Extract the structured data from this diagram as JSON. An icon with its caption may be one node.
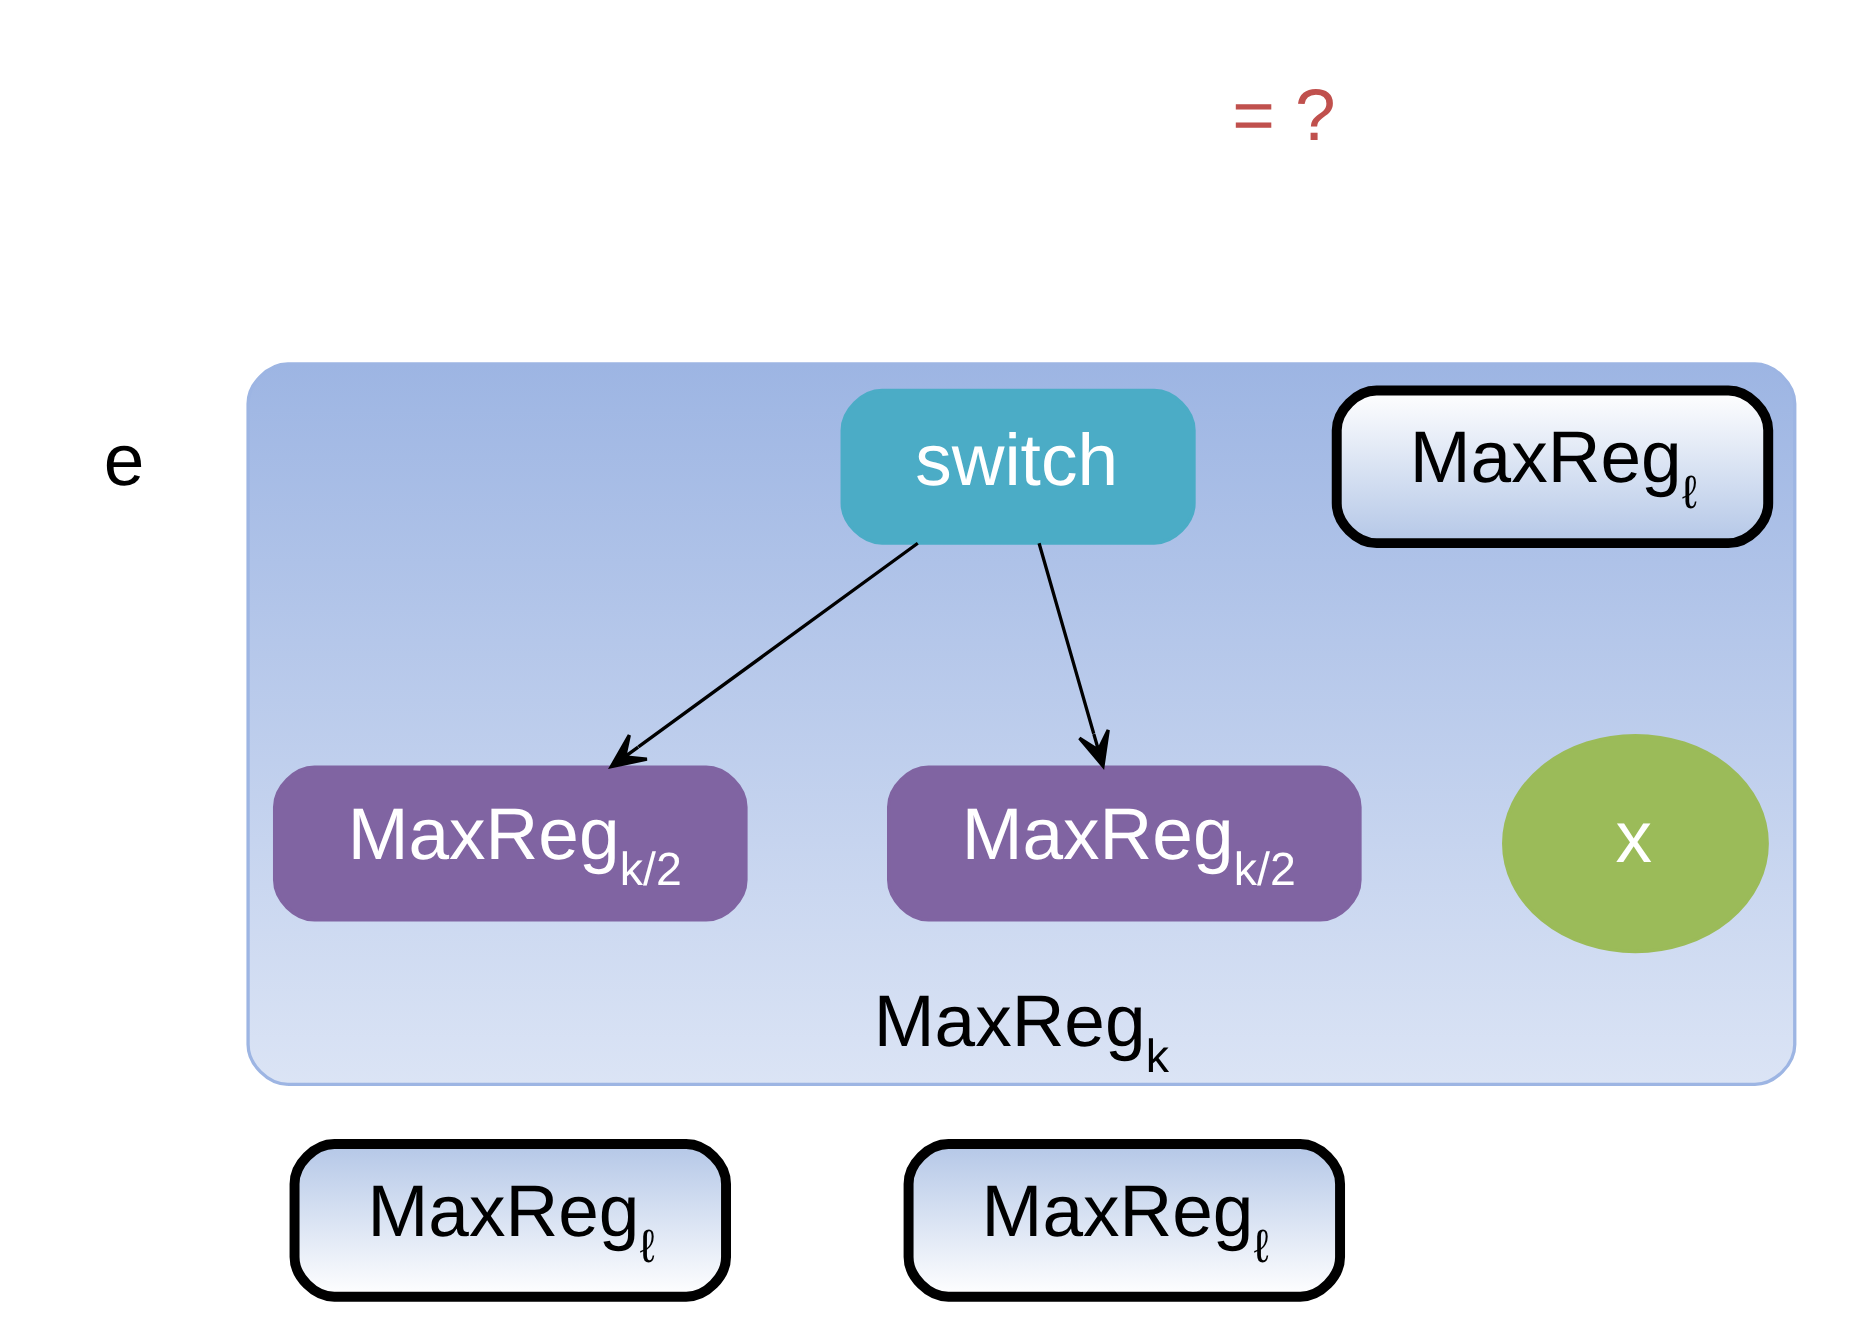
{
  "diagram": {
    "nodes": [
      {
        "text": [
          "MaxReg$_{k}$"
        ]
      },
      {
        "text": [
          "switch"
        ],
        "in": 0
      },
      {
        "text": [
          "MaxReg$_{ℓ}$"
        ],
        "in": 0
      },
      {
        "text": [
          "x"
        ],
        "in": 0
      },
      {
        "text": [
          "MaxReg$_{k/2}$"
        ],
        "in": 0
      },
      {
        "text": [
          "MaxReg$_{k/2}$"
        ],
        "in": 0
      },
      {
        "text": [
          "MaxReg$_{ℓ}$"
        ]
      },
      {
        "text": [
          "MaxReg$_{ℓ}$"
        ]
      }
    ],
    "edges": [
      {
        "from": 1,
        "to": 4,
        "arrow": "to"
      },
      {
        "from": 1,
        "to": 5,
        "arrow": "to"
      }
    ],
    "labels": [
      "= ?",
      "e"
    ]
  }
}
